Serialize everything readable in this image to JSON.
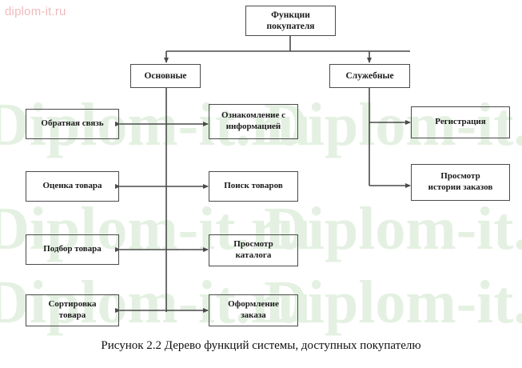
{
  "figure": {
    "caption": "Рисунок 2.2 Дерево функций системы, доступных покупателю",
    "watermark_corner": "diplom-it.ru",
    "watermark_big": "Diplom-it.ru",
    "colors": {
      "box_border": "#4a4a4a",
      "connector": "#4a4a4a",
      "text": "#1a1a1a",
      "watermark_green": "#e4f1e2",
      "watermark_pink": "#f0b9bc",
      "background": "#ffffff"
    }
  },
  "diagram": {
    "type": "tree",
    "root": {
      "label": "Функции\nпокупателя"
    },
    "branches": [
      {
        "label": "Основные"
      },
      {
        "label": "Служебные"
      }
    ],
    "main_left": [
      {
        "label": "Обратная связь"
      },
      {
        "label": "Оценка товара"
      },
      {
        "label": "Подбор товара"
      },
      {
        "label": "Сортировка\nтовара"
      }
    ],
    "main_right": [
      {
        "label": "Ознакомление  с\nинформацией"
      },
      {
        "label": "Поиск товаров"
      },
      {
        "label": "Просмотр\nкаталога"
      },
      {
        "label": "Оформление\nзаказа"
      }
    ],
    "service": [
      {
        "label": "Регистрация"
      },
      {
        "label": "Просмотр\nистории заказов"
      }
    ]
  }
}
